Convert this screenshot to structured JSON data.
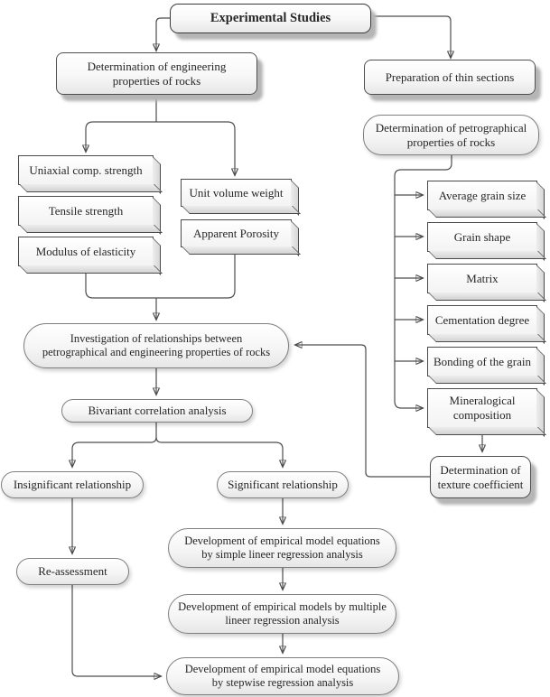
{
  "nodes": {
    "experimental_studies": "Experimental Studies",
    "det_engineering": "Determination of engineering\nproperties of rocks",
    "preparation": "Preparation of thin sections",
    "det_petrographical": "Determination of petrographical\nproperties of rocks",
    "uniaxial": "Uniaxial comp. strength",
    "tensile": "Tensile strength",
    "modulus": "Modulus of elasticity",
    "unit_volume": "Unit volume weight",
    "apparent_porosity": "Apparent Porosity",
    "avg_grain_size": "Average grain size",
    "grain_shape": "Grain shape",
    "matrix": "Matrix",
    "cementation": "Cementation degree",
    "bonding": "Bonding of the grain",
    "mineralogical": "Mineralogical\ncomposition",
    "texture_coefficient": "Determination of\ntexture coefficient",
    "investigation": "Investigation of relationships between\npetrographical and engineering properties of rocks",
    "bivariant": "Bivariant correlation analysis",
    "insignificant": "Insignificant relationship",
    "significant": "Significant relationship",
    "reassessment": "Re-assessment",
    "dev_simple": "Development of empirical model equations\nby simple lineer regression analysis",
    "dev_multiple": "Development of empirical models by multiple\nlineer regression analysis",
    "dev_stepwise": "Development of empirical model equations\nby stepwise regression analysis"
  },
  "colors": {
    "connector_line": "#4d4d4d",
    "arrowhead": "#2f2f2f",
    "box_border": "#4f4f4f",
    "box_shadow": "#b5b5b5",
    "box_fill_top": "#ffffff",
    "box_fill_bottom": "#e7e7e7"
  }
}
